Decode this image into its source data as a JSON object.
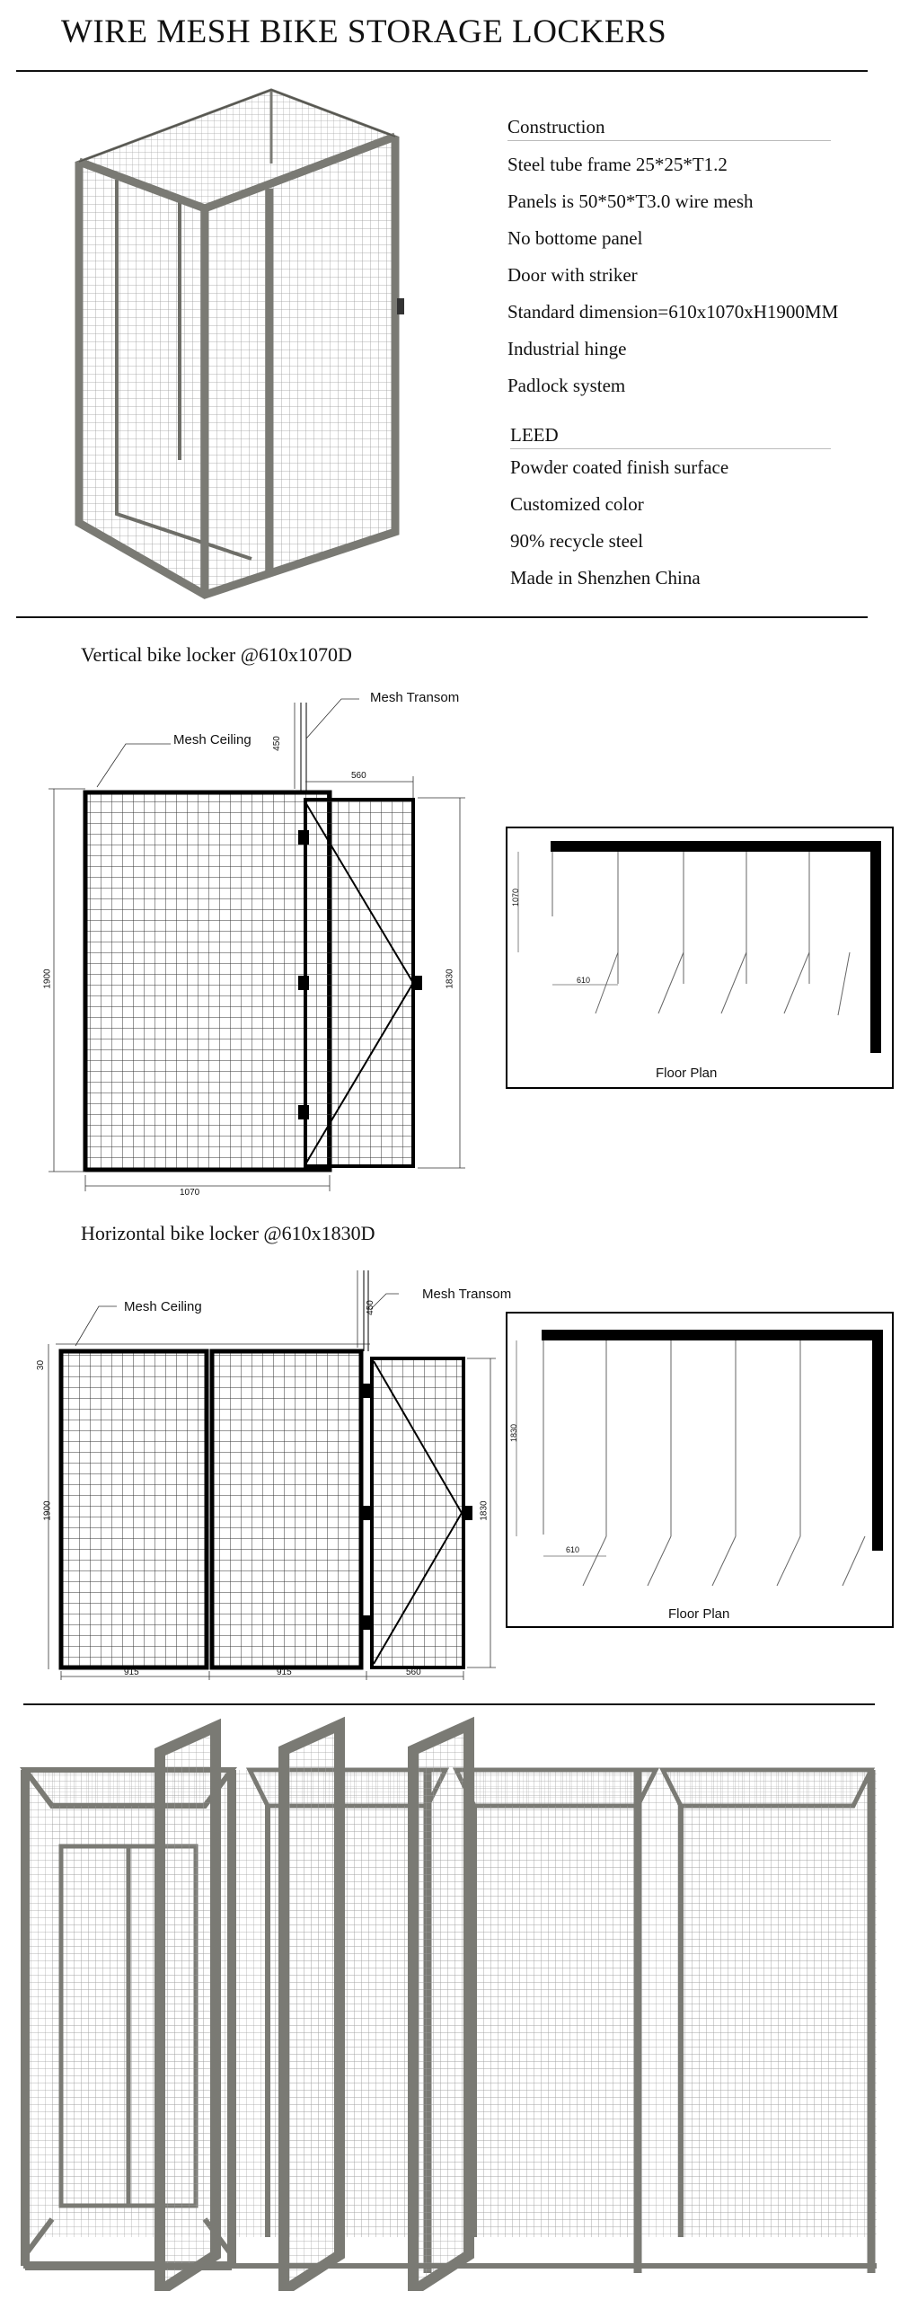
{
  "header": {
    "title": "WIRE MESH BIKE STORAGE LOCKERS"
  },
  "specs": {
    "construction_heading": "Construction",
    "construction_items": [
      "Steel tube frame 25*25*T1.2",
      "Panels is 50*50*T3.0 wire mesh",
      "No bottome panel",
      "Door with striker",
      "Standard dimension=610x1070xH1900MM",
      "Industrial hinge",
      "Padlock system"
    ],
    "leed_heading": "LEED",
    "leed_items": [
      "Powder coated finish surface",
      "Customized color",
      "90% recycle steel",
      "Made in Shenzhen China"
    ]
  },
  "vertical": {
    "title": "Vertical bike locker @610x1070D",
    "mesh_ceiling": "Mesh Ceiling",
    "mesh_transom": "Mesh Transom",
    "dim_450": "450",
    "dim_560": "560",
    "dim_1900": "1900",
    "dim_1830": "1830",
    "dim_1070": "1070",
    "floor_plan": "Floor Plan",
    "fp_depth": "1070",
    "fp_width": "610"
  },
  "horizontal": {
    "title": "Horizontal bike locker @610x1830D",
    "mesh_ceiling": "Mesh Ceiling",
    "mesh_transom": "Mesh Transom",
    "dim_450": "450",
    "dim_30": "30",
    "dim_1900": "1900",
    "dim_1830": "1830",
    "dim_915a": "915",
    "dim_915b": "915",
    "dim_560": "560",
    "floor_plan": "Floor Plan",
    "fp_depth": "1830",
    "fp_width": "610"
  },
  "colors": {
    "frame": "#7a7a74",
    "frame_dark": "#55554f",
    "mesh": "#9a9a9a",
    "ink": "#111111"
  }
}
